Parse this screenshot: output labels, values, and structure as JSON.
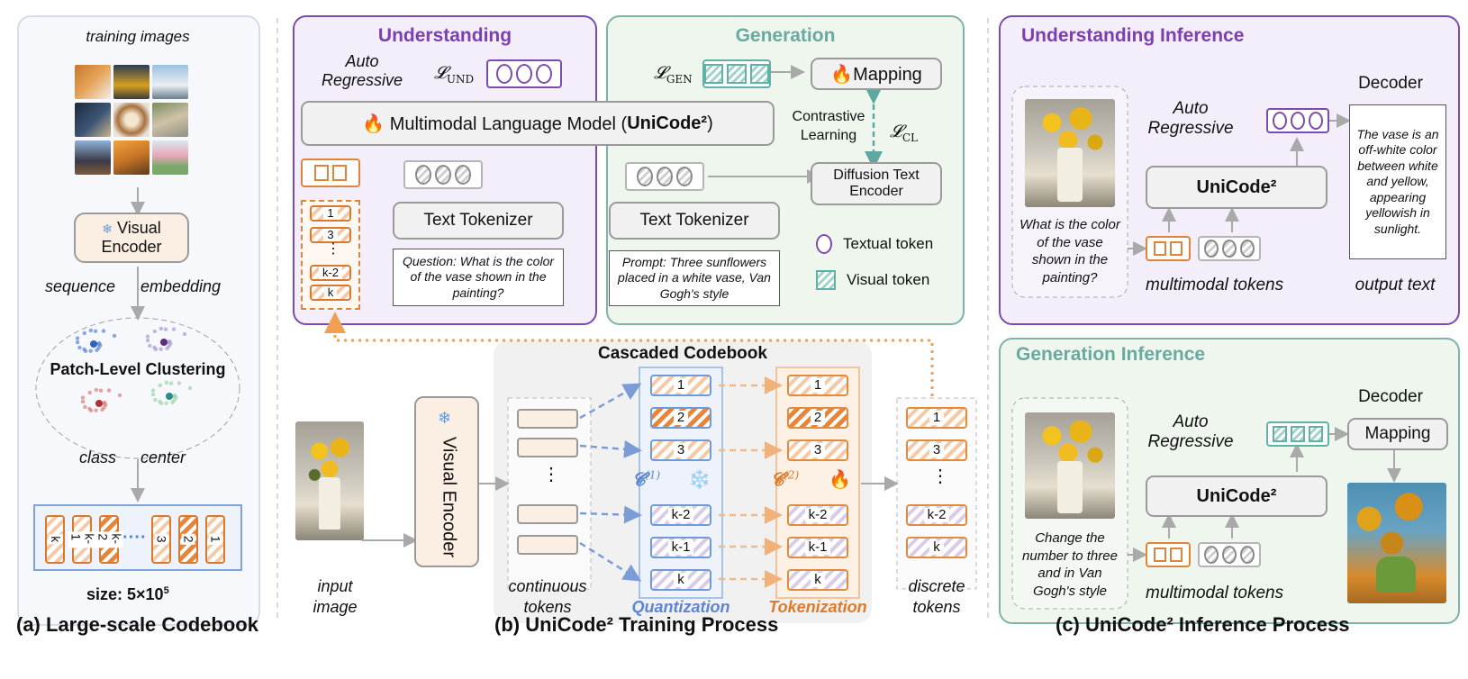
{
  "panel_a": {
    "training_images": "training images",
    "visual_encoder": "Visual Encoder",
    "sequence": "sequence",
    "embedding": "embedding",
    "clustering": "Patch-Level Clustering",
    "class": "class",
    "center": "center",
    "codebook_tokens": [
      "k",
      "k-1",
      "k-2",
      "3",
      "2",
      "1"
    ],
    "size_label": "size: 5×10",
    "size_exp": "5",
    "caption": "(a) Large-scale Codebook"
  },
  "panel_b": {
    "understanding_title": "Understanding",
    "generation_title": "Generation",
    "auto_regressive": "Auto Regressive",
    "l_und": "𝓛",
    "l_und_sub": "UND",
    "l_gen": "𝓛",
    "l_gen_sub": "GEN",
    "l_cl": "𝓛",
    "l_cl_sub": "CL",
    "mllm_prefix": "🔥 Multimodal Language Model (",
    "mllm_bold": "UniCode²",
    "mllm_suffix": " )",
    "mapping": "🔥Mapping",
    "contrastive": "Contrastive Learning",
    "diffusion": "Diffusion Text Encoder",
    "text_tokenizer_1": "Text Tokenizer",
    "text_tokenizer_2": "Text Tokenizer",
    "question": "Question: What is the color of the vase shown in the painting?",
    "prompt": "Prompt: Three sunflowers placed in a white vase, Van Gogh's style",
    "legend_textual": "Textual token",
    "legend_visual": "Visual token",
    "und_token_labels": [
      "1",
      "3",
      "⋮",
      "k-2",
      "k"
    ],
    "cascaded_codebook": "Cascaded Codebook",
    "input_image": "input image",
    "visual_encoder": "Visual Encoder",
    "continuous_tokens": "continuous tokens",
    "quantization": "Quantization",
    "tokenization": "Tokenization",
    "discrete_tokens": "discrete tokens",
    "quant_labels": [
      "1",
      "2",
      "3",
      "k-2",
      "k-1",
      "k"
    ],
    "token_labels": [
      "1",
      "2",
      "3",
      "k-2",
      "k-1",
      "k"
    ],
    "discrete_labels": [
      "1",
      "3",
      "⋮",
      "k-2",
      "k"
    ],
    "c1": "𝓒",
    "c1_sup": "(1)",
    "c2": "𝓒",
    "c2_sup": "(2)",
    "snowflake": "❄️",
    "fire": "🔥",
    "vdots": "⋮",
    "caption": "(b) UniCode² Training Process"
  },
  "panel_c": {
    "und_title": "Understanding Inference",
    "gen_title": "Generation Inference",
    "decoder_1": "Decoder",
    "decoder_2": "Decoder",
    "auto_regressive": "Auto Regressive",
    "unicode": "UniCode²",
    "question": "What is the color of the vase shown in the painting?",
    "output": "The vase is an off-white color between white and yellow, appearing yellowish in sunlight.",
    "multimodal_tokens": "multimodal tokens",
    "output_text": "output text",
    "gen_instruction": "Change the number to three and in Van Gogh's style",
    "mapping": "Mapping",
    "caption": "(c) UniCode² Inference Process"
  },
  "colors": {
    "purple": "#7b3fb0",
    "teal": "#6aa9a0",
    "orange": "#e07a2a",
    "blue": "#5b86d6",
    "und_bg": "#f2eef8",
    "gen_bg": "#eef6ee"
  }
}
